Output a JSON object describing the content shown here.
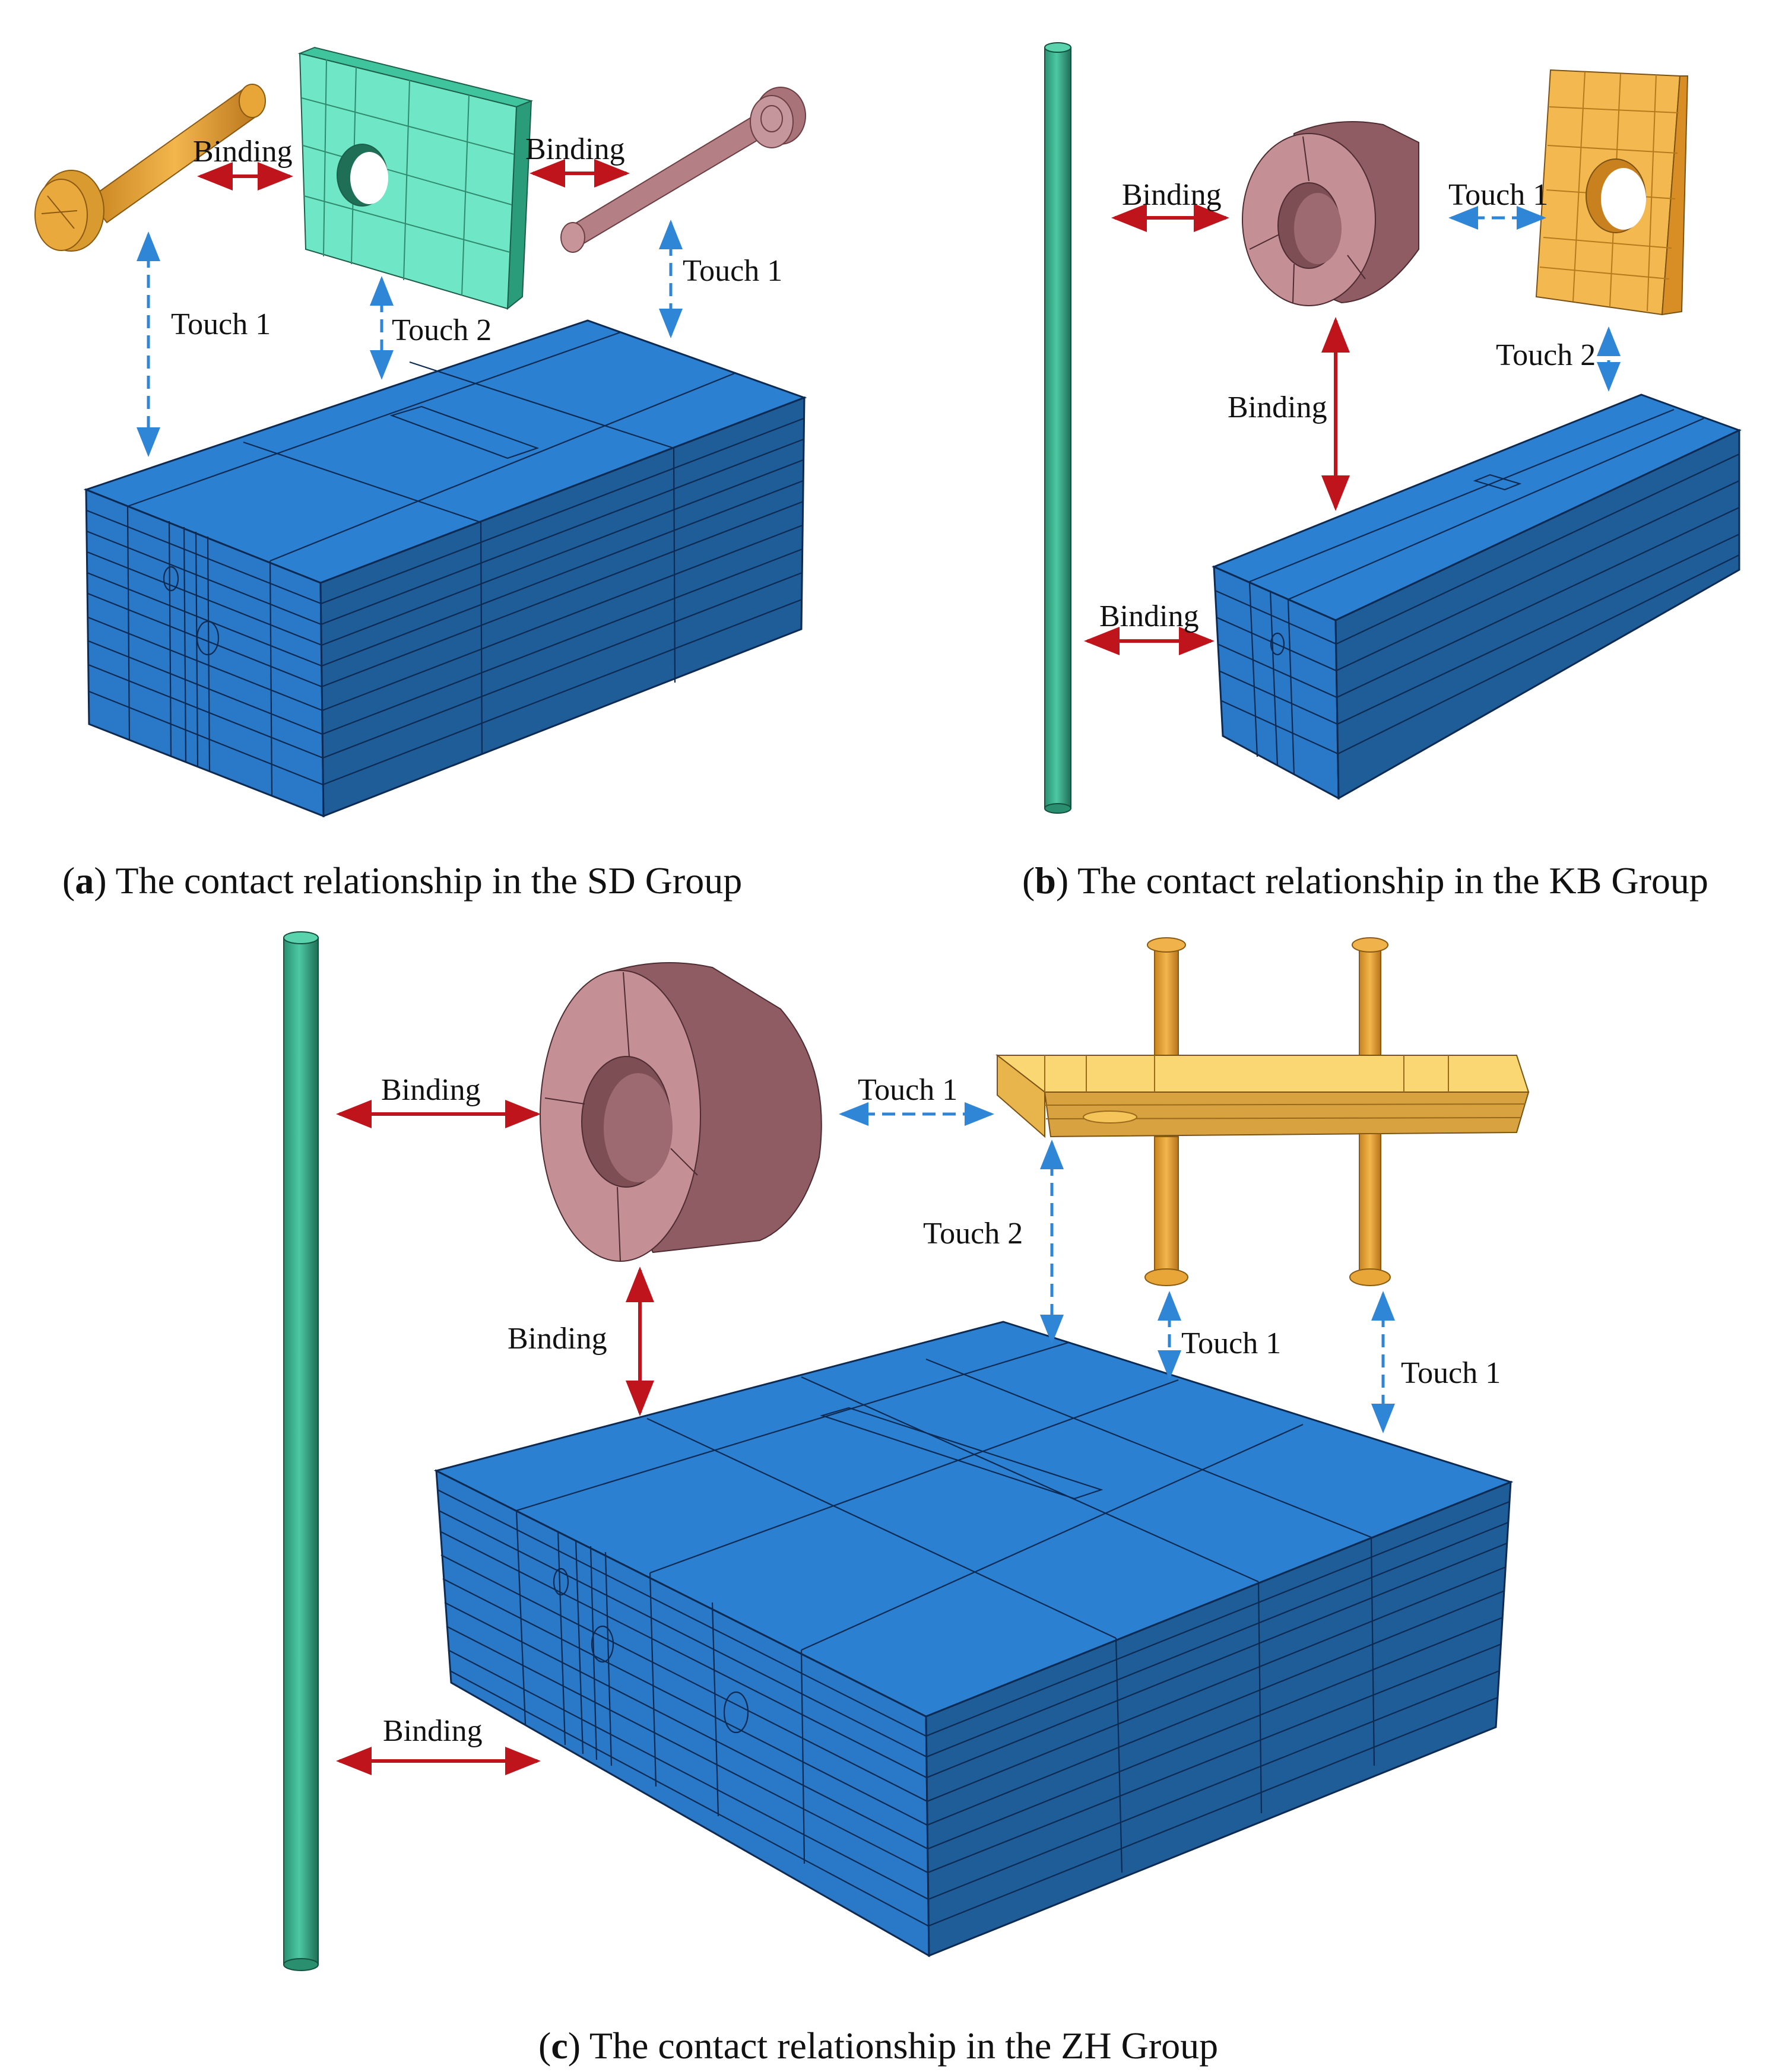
{
  "panels": {
    "a": {
      "caption_letter": "a",
      "caption_text": "The contact relationship in the SD Group",
      "labels": [
        "Binding",
        "Binding",
        "Touch 1",
        "Touch 2",
        "Touch 1"
      ]
    },
    "b": {
      "caption_letter": "b",
      "caption_text": "The contact relationship in the KB Group",
      "labels": [
        "Binding",
        "Touch 1",
        "Touch 2",
        "Binding",
        "Binding"
      ]
    },
    "c": {
      "caption_letter": "c",
      "caption_text": "The contact relationship in the ZH Group",
      "labels": [
        "Binding",
        "Touch 1",
        "Touch 2",
        "Binding",
        "Touch 1",
        "Touch 1",
        "Binding"
      ]
    }
  },
  "legend_colors": {
    "binding_arrow": "#c0141c",
    "touch_arrow": "#2f86d6",
    "concrete_block": "#2c7fd0",
    "bolt": "#e0a137",
    "plate_green": "#5fe0bd",
    "ring": "#c49096",
    "bar": "#2f9e7c",
    "plate_yellow": "#f7c45e"
  }
}
